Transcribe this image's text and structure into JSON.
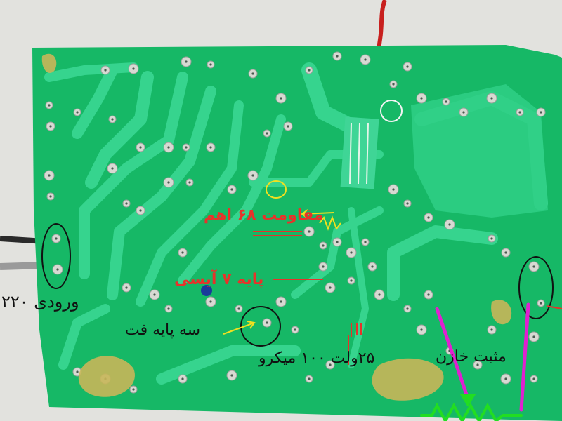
{
  "photo": {
    "subject": "green-pcb-solder-side-annotated",
    "colors": {
      "board": "#16b866",
      "trace": "#2ed087",
      "solder": "#d7d9d2",
      "background": "#dcdcd8",
      "annotation_black": "#111111",
      "annotation_red": "#e8322a",
      "annotation_yellow": "#f0e020",
      "annotation_magenta": "#e020d0",
      "annotation_green": "#22dd22"
    }
  },
  "annotations": {
    "input_220": "ورودی ۲۲۰",
    "resistor_ohm": "مقاومت ۶۸ اهم",
    "ic_pin_7": "پایه ۷ آیسی",
    "fet_three_pins": "سه پایه فت",
    "capacitor_spec": "۲۵ولت ۱۰۰ میکرو",
    "output_positive": "مثبت خازن"
  }
}
